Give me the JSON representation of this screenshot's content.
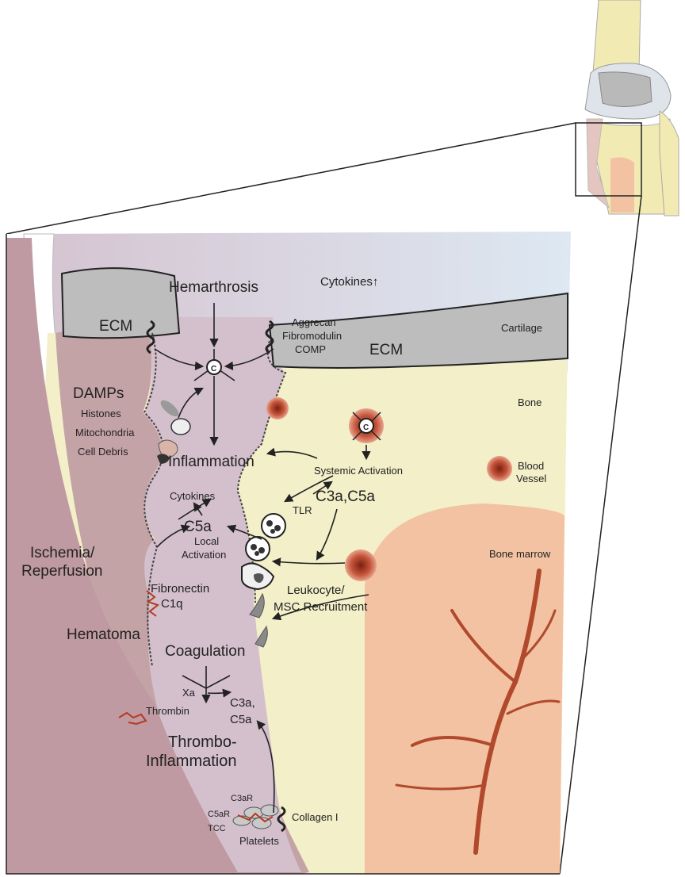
{
  "labels": {
    "hemarthrosis": "Hemarthrosis",
    "cytokines_up": "Cytokines↑",
    "ecm_left": "ECM",
    "ecm_right": "ECM",
    "aggrecan": "Aggrecan",
    "fibromodulin": "Fibromodulin",
    "comp": "COMP",
    "cartilage": "Cartilage",
    "complement_symbol": "C",
    "damps": "DAMPs",
    "histones": "Histones",
    "mitochondria": "Mitochondria",
    "cell_debris": "Cell Debris",
    "inflammation": "Inflammation",
    "bone": "Bone",
    "systemic_activation": "Systemic Activation",
    "blood": "Blood",
    "vessel": "Vessel",
    "cytokines": "Cytokines",
    "c3a_c5a": "C3a,C5a",
    "tlr": "TLR",
    "c5a": "C5a",
    "local": "Local",
    "activation": "Activation",
    "ischemia": "Ischemia/",
    "reperfusion": "Reperfusion",
    "bone_marrow": "Bone marrow",
    "fibronectin": "Fibronectin",
    "c1q": "C1q",
    "leukocyte": "Leukocyte/",
    "msc_recruitment": "MSC Recruitment",
    "hematoma": "Hematoma",
    "coagulation": "Coagulation",
    "xa": "Xa",
    "thrombin": "Thrombin",
    "c3a_comma": "C3a,",
    "c5a_small": "C5a",
    "thrombo": "Thrombo-",
    "inflammation2": "Inflammation",
    "c3ar": "C3aR",
    "c5ar": "C5aR",
    "tcc": "TCC",
    "collagen": "Collagen I",
    "platelets": "Platelets"
  },
  "colors": {
    "joint_space": "#d9c9d3",
    "joint_top": "#dbe7f1",
    "bone": "#f3efc8",
    "cartilage": "#bdbdbd",
    "hematoma": "#bf9aa2",
    "marrow": "#f2c2a2",
    "vessel": "#b33a22"
  }
}
